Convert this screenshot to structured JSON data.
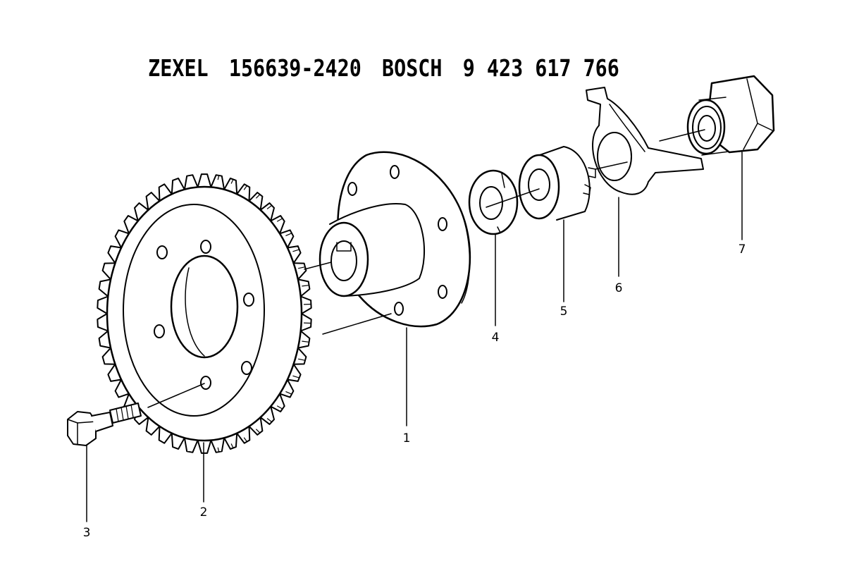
{
  "header": {
    "brand1": "ZEXEL",
    "part1": "156639-2420",
    "brand2": "BOSCH",
    "part2": "9 423 617 766"
  },
  "callouts": {
    "c1": "1",
    "c2": "2",
    "c3": "3",
    "c4": "4",
    "c5": "5",
    "c6": "6",
    "c7": "7"
  }
}
